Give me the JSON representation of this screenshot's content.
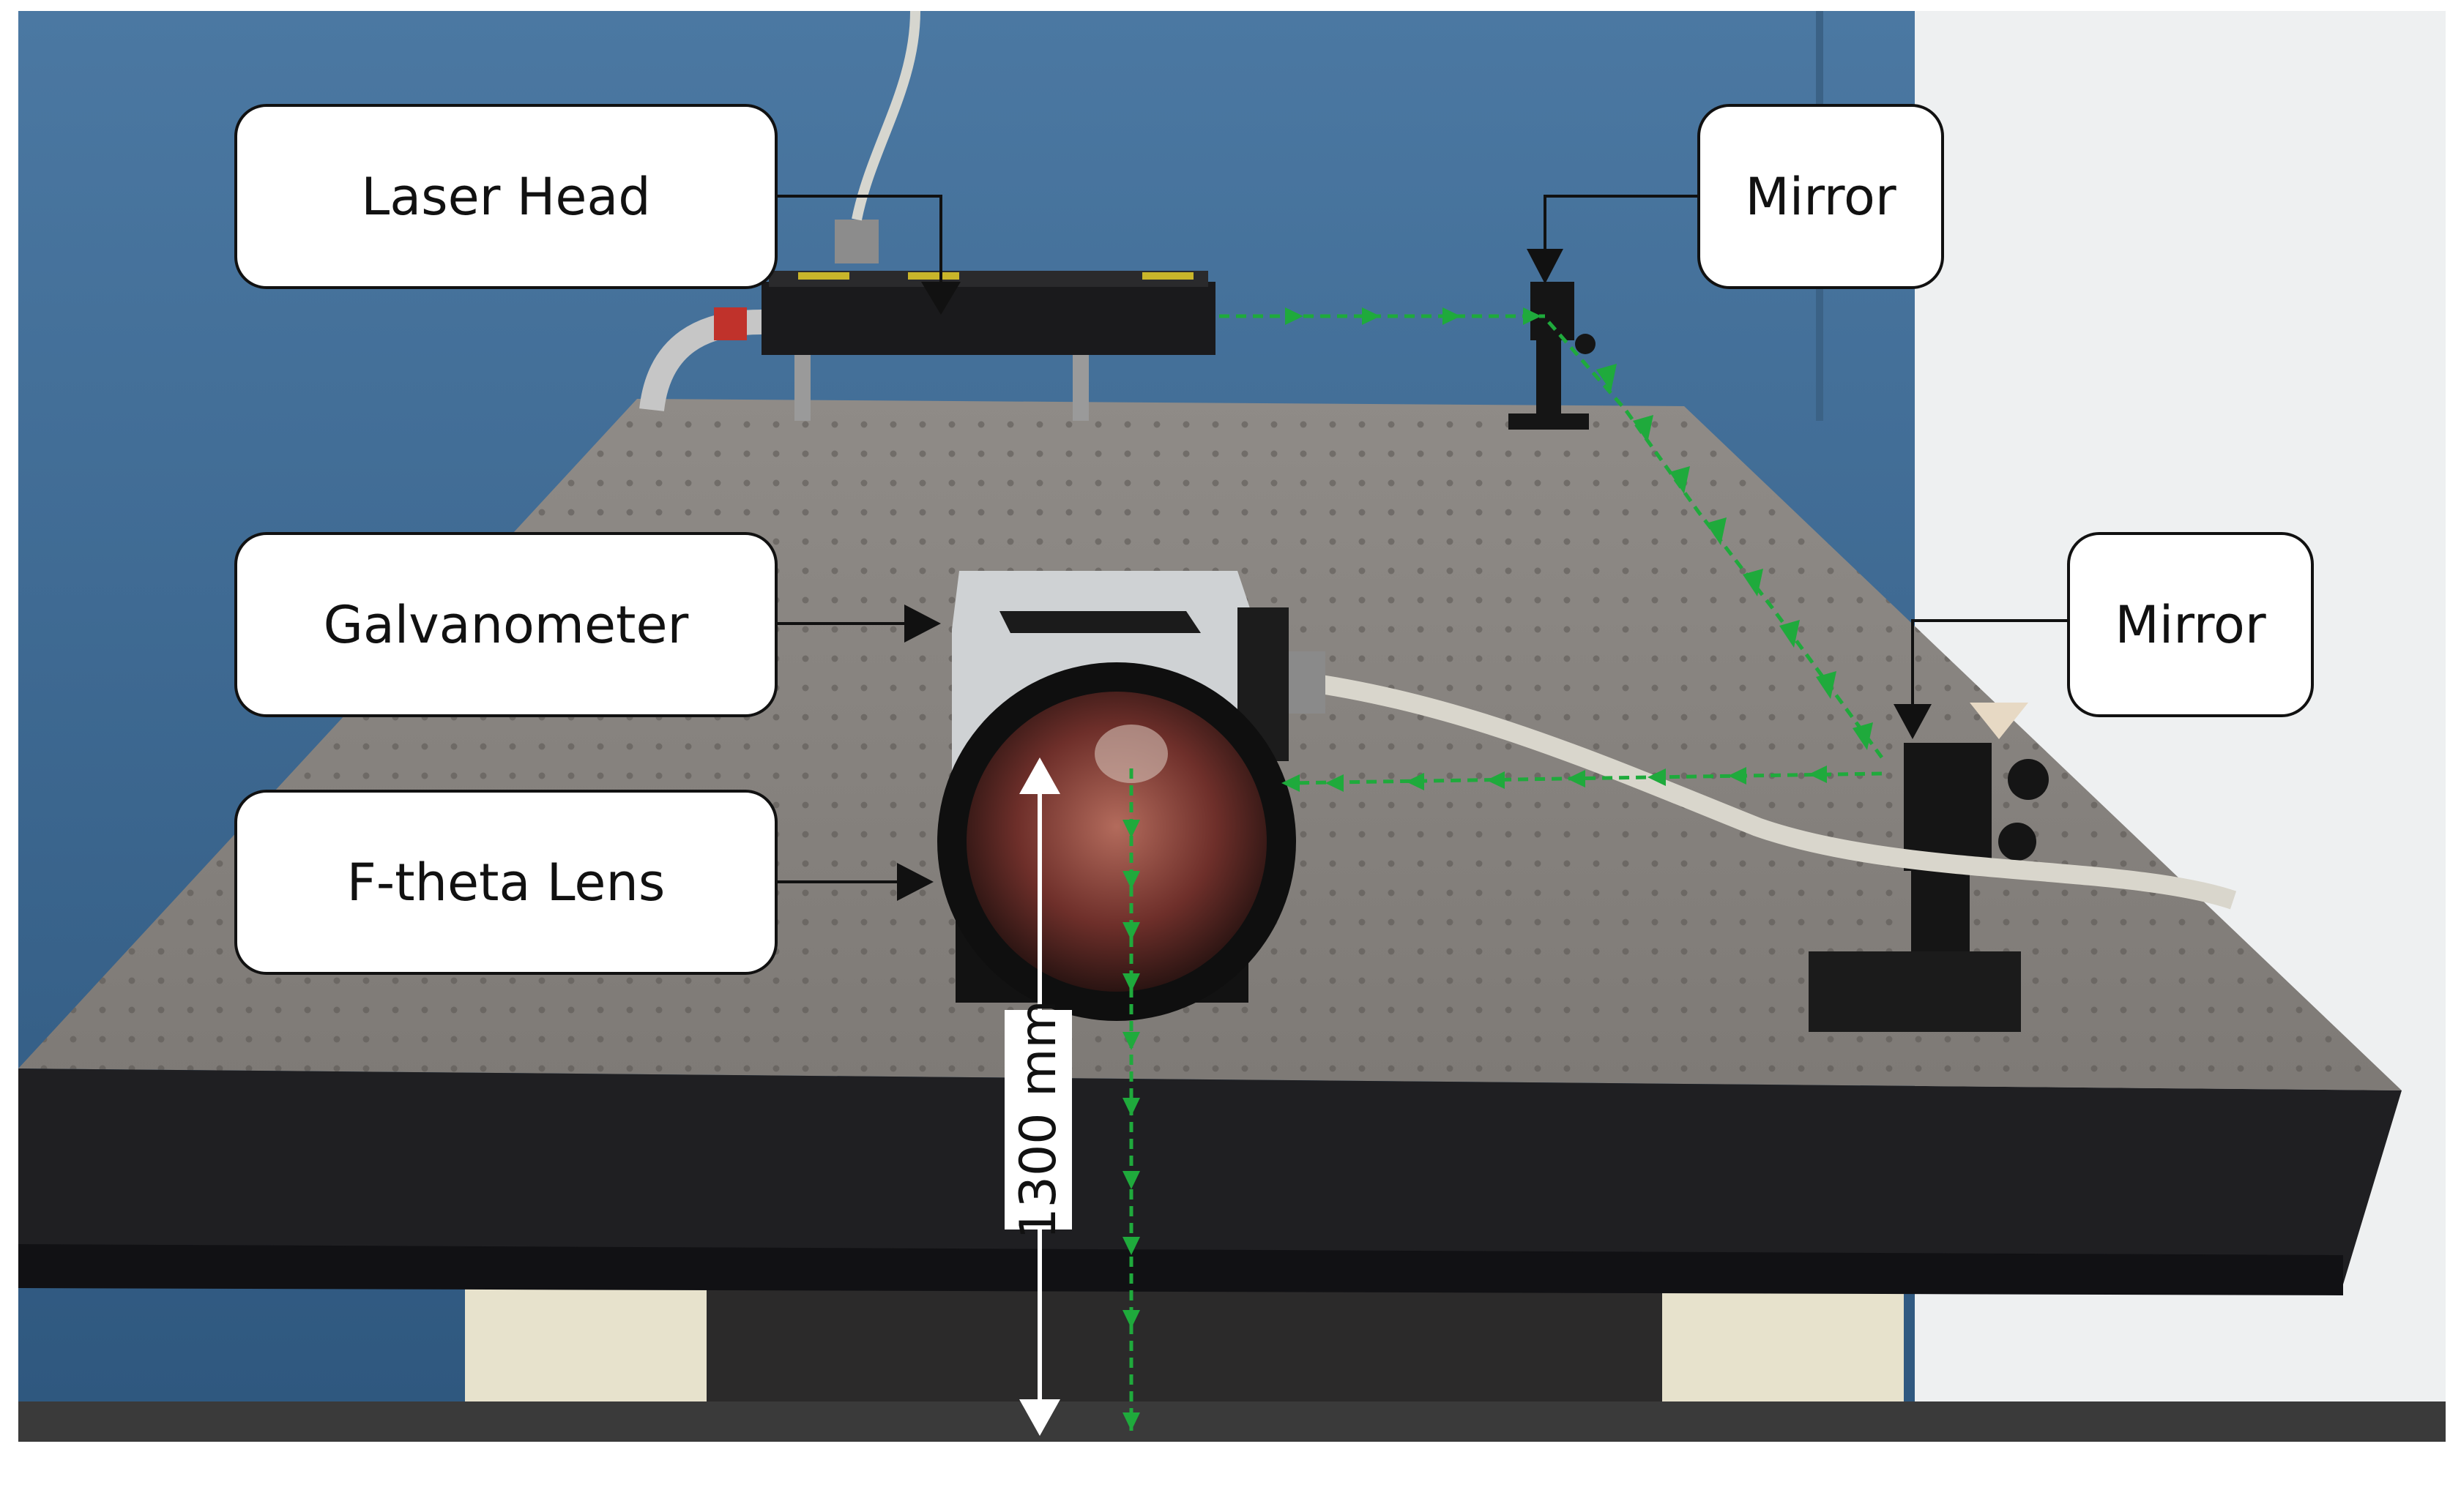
{
  "labels": {
    "laser_head": "Laser Head",
    "mirror_top": "Mirror",
    "mirror_right": "Mirror",
    "galvanometer": "Galvanometer",
    "ftheta_lens": "F-theta Lens",
    "distance": "1300 mm"
  },
  "colors": {
    "beam": "#1faa3c",
    "pointer": "#111111",
    "wall": "#4e7aa3",
    "table_top": "#8e8a86",
    "callout_border": "#111111"
  }
}
